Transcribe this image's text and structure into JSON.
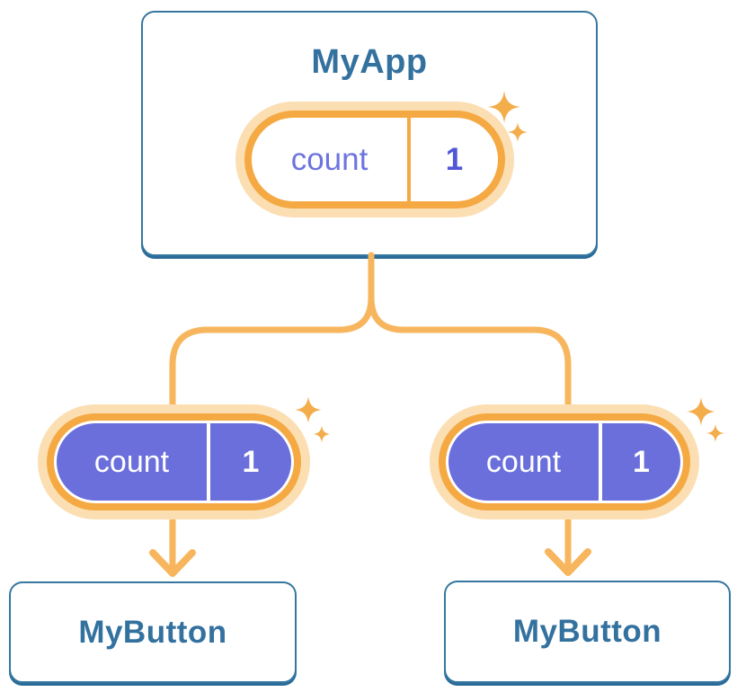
{
  "colors": {
    "card-border": "#35779f",
    "card-border-dark": "#2b6b99",
    "card-text": "#33719f",
    "pill-orange": "#f5a943",
    "line-orange": "#f7b65d",
    "pill-glow": "#fbdfb3",
    "pill-purple": "#6a6fdb",
    "pill-text-purple": "#6d74de",
    "pill-value-purple": "#5157d5",
    "sparkle-orange": "#f4ad4b"
  },
  "icons": {
    "sparkle": "✦ four-point star"
  },
  "tree": {
    "root": {
      "label": "MyApp",
      "state": {
        "key": "count",
        "value": "1"
      }
    },
    "children": [
      {
        "label": "MyButton",
        "state": {
          "key": "count",
          "value": "1"
        }
      },
      {
        "label": "MyButton",
        "state": {
          "key": "count",
          "value": "1"
        }
      }
    ]
  }
}
